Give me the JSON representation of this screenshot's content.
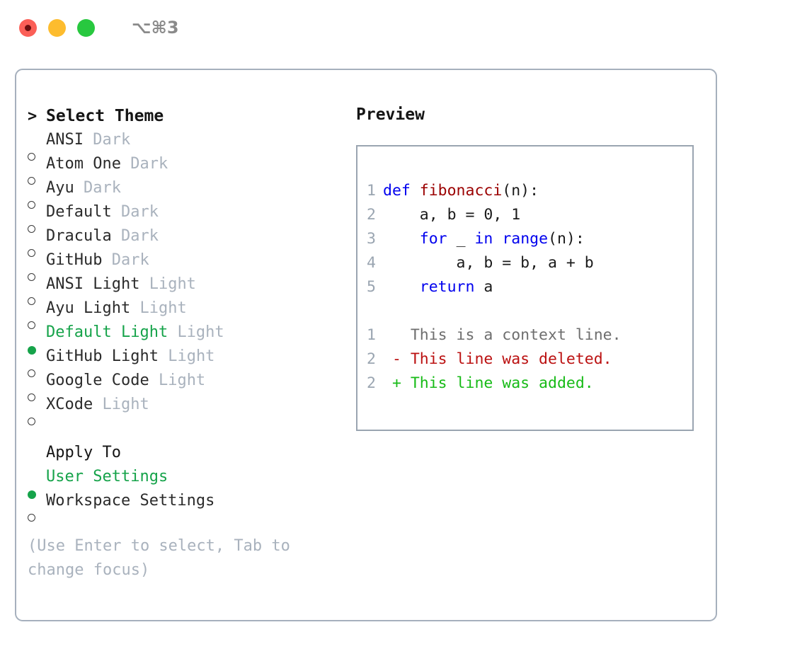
{
  "titlebar": {
    "shortcut": "⌥⌘3",
    "buttons": {
      "close": "close",
      "minimize": "minimize",
      "maximize": "maximize"
    }
  },
  "theme_picker": {
    "header_marker": ">",
    "header": "Select Theme",
    "selected_marker": "●",
    "unselected_marker": "○",
    "items": [
      {
        "name": "ANSI",
        "kind": "Dark",
        "selected": false
      },
      {
        "name": "Atom One",
        "kind": "Dark",
        "selected": false
      },
      {
        "name": "Ayu",
        "kind": "Dark",
        "selected": false
      },
      {
        "name": "Default",
        "kind": "Dark",
        "selected": false
      },
      {
        "name": "Dracula",
        "kind": "Dark",
        "selected": false
      },
      {
        "name": "GitHub",
        "kind": "Dark",
        "selected": false
      },
      {
        "name": "ANSI Light",
        "kind": "Light",
        "selected": false
      },
      {
        "name": "Ayu Light",
        "kind": "Light",
        "selected": false
      },
      {
        "name": "Default Light",
        "kind": "Light",
        "selected": true
      },
      {
        "name": "GitHub Light",
        "kind": "Light",
        "selected": false
      },
      {
        "name": "Google Code",
        "kind": "Light",
        "selected": false
      },
      {
        "name": "XCode",
        "kind": "Light",
        "selected": false
      }
    ]
  },
  "apply_to": {
    "label": "Apply To",
    "options": [
      {
        "name": "User Settings",
        "selected": true
      },
      {
        "name": "Workspace Settings",
        "selected": false
      }
    ]
  },
  "hint": "(Use Enter to select, Tab to change focus)",
  "preview": {
    "title": "Preview",
    "code_lines": [
      {
        "no": "1",
        "tokens": [
          {
            "t": "def ",
            "c": "kw"
          },
          {
            "t": "fibonacci",
            "c": "fn"
          },
          {
            "t": "(n):",
            "c": "plain"
          }
        ]
      },
      {
        "no": "2",
        "tokens": [
          {
            "t": "    a, b = 0, 1",
            "c": "plain"
          }
        ]
      },
      {
        "no": "3",
        "tokens": [
          {
            "t": "    ",
            "c": "plain"
          },
          {
            "t": "for",
            "c": "kw"
          },
          {
            "t": " _ ",
            "c": "plain"
          },
          {
            "t": "in",
            "c": "kw"
          },
          {
            "t": " ",
            "c": "plain"
          },
          {
            "t": "range",
            "c": "kw"
          },
          {
            "t": "(n):",
            "c": "plain"
          }
        ]
      },
      {
        "no": "4",
        "tokens": [
          {
            "t": "        a, b = b, a + b",
            "c": "plain"
          }
        ]
      },
      {
        "no": "5",
        "tokens": [
          {
            "t": "    ",
            "c": "plain"
          },
          {
            "t": "return",
            "c": "kw"
          },
          {
            "t": " a",
            "c": "plain"
          }
        ]
      }
    ],
    "diff_lines": [
      {
        "no": "1",
        "sign": "  ",
        "text": "This is a context line.",
        "kind": "ctx"
      },
      {
        "no": "2",
        "sign": "- ",
        "text": "This line was deleted.",
        "kind": "del"
      },
      {
        "no": "2",
        "sign": "+ ",
        "text": "This line was added.",
        "kind": "add"
      }
    ]
  },
  "colors": {
    "accent_green": "#16a34a",
    "muted": "#a9b2bd",
    "keyword_blue": "#0000ee",
    "function_red": "#9b0000",
    "diff_add_green": "#17bb17",
    "diff_del_red": "#bb1111",
    "panel_border": "#a6b0bd",
    "preview_border": "#9aa5b1",
    "tl_close": "#fb5f57",
    "tl_min": "#fdbc2e",
    "tl_max": "#28c83f"
  }
}
